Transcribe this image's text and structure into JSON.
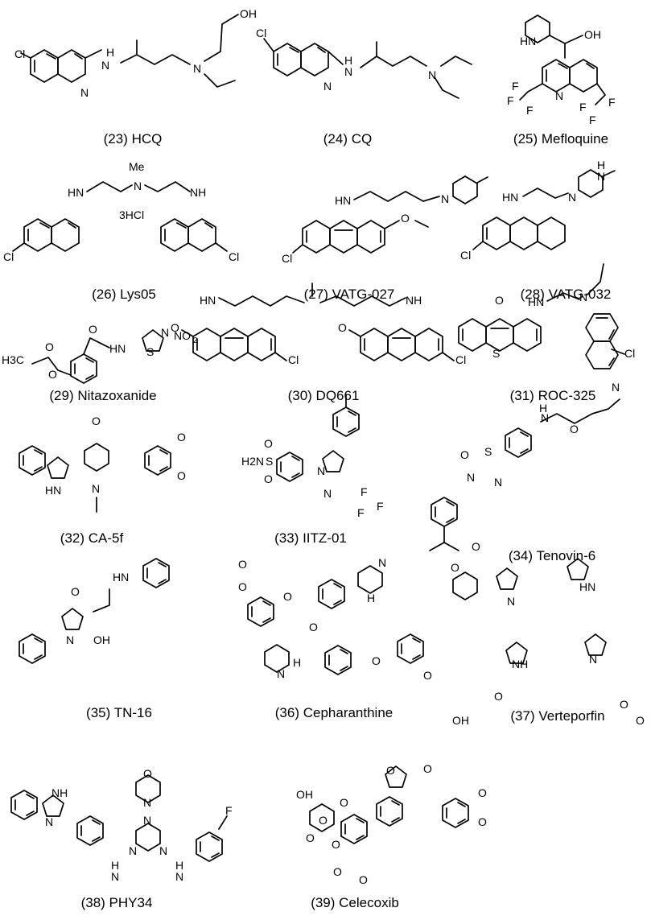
{
  "compounds": [
    {
      "number": "(23)",
      "name": "HCQ"
    },
    {
      "number": "(24)",
      "name": "CQ"
    },
    {
      "number": "(25)",
      "name": "Mefloquine"
    },
    {
      "number": "(26)",
      "name": "Lys05"
    },
    {
      "number": "(27)",
      "name": "VATG-027"
    },
    {
      "number": "(28)",
      "name": "VATG-032"
    },
    {
      "number": "(29)",
      "name": "Nitazoxanide"
    },
    {
      "number": "(30)",
      "name": "DQ661"
    },
    {
      "number": "(31)",
      "name": "ROC-325"
    },
    {
      "number": "(32)",
      "name": "CA-5f"
    },
    {
      "number": "(33)",
      "name": "IITZ-01"
    },
    {
      "number": "(34)",
      "name": "Tenovin-6"
    },
    {
      "number": "(35)",
      "name": "TN-16"
    },
    {
      "number": "(36)",
      "name": "Cepharanthine"
    },
    {
      "number": "(37)",
      "name": "Verteporfin"
    },
    {
      "number": "(38)",
      "name": "PHY34"
    },
    {
      "number": "(39)",
      "name": "Celecoxib"
    }
  ],
  "atom_labels": {
    "cl": "Cl",
    "n": "N",
    "nh": "NH",
    "hn": "HN",
    "h": "H",
    "oh": "OH",
    "o": "O",
    "f": "F",
    "s": "S",
    "me": "Me",
    "salt": "3HCl",
    "nitro": "NO",
    "nitro_sub": "2",
    "h3c": "H3C",
    "h2n": "H2N"
  }
}
